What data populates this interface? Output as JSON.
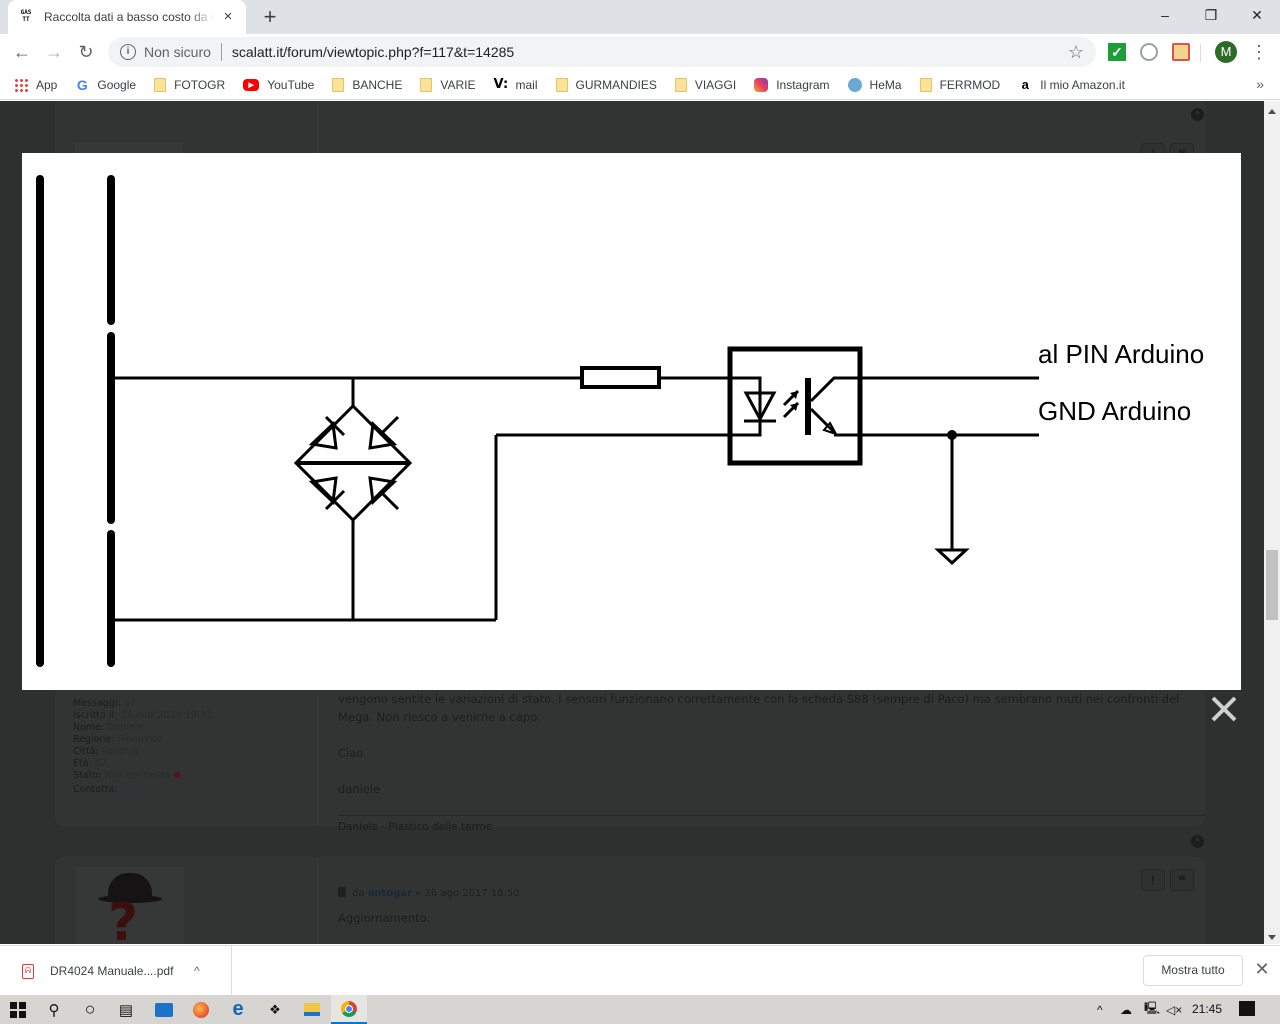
{
  "browser": {
    "tab": {
      "favicon_text": "GAS TT",
      "title": "Raccolta dati a basso costo da sensori",
      "close_icon": "close-icon"
    },
    "new_tab_icon": "plus-icon",
    "window_controls": {
      "minimize": "–",
      "restore": "❐",
      "close": "✕"
    },
    "toolbar": {
      "back_icon": "←",
      "forward_icon": "→",
      "reload_icon": "↻",
      "security_label": "Non sicuro",
      "url": "scalatt.it/forum/viewtopic.php?f=117&t=14285",
      "bookmark_star": "☆",
      "profile_initial": "M",
      "menu_icon": "⋮"
    },
    "bookmarks": [
      {
        "label": "App",
        "icon": "apps-grid-icon"
      },
      {
        "label": "Google",
        "icon": "google-icon"
      },
      {
        "label": "FOTOGR",
        "icon": "folder-icon"
      },
      {
        "label": "YouTube",
        "icon": "youtube-icon"
      },
      {
        "label": "BANCHE",
        "icon": "folder-icon"
      },
      {
        "label": "VARIE",
        "icon": "folder-icon"
      },
      {
        "label": "mail",
        "icon": "v-mail-icon"
      },
      {
        "label": "GURMANDIES",
        "icon": "folder-icon"
      },
      {
        "label": "VIAGGI",
        "icon": "folder-icon"
      },
      {
        "label": "Instagram",
        "icon": "instagram-icon"
      },
      {
        "label": "HeMa",
        "icon": "hema-icon"
      },
      {
        "label": "FERRMOD",
        "icon": "folder-icon"
      },
      {
        "label": "Il mio Amazon.it",
        "icon": "amazon-icon"
      }
    ],
    "bookmarks_overflow": "»"
  },
  "forum": {
    "post1": {
      "profile": [
        {
          "label": "Messaggi:",
          "value": "37"
        },
        {
          "label": "Iscritto il:",
          "value": "25 mar 2014 19:32"
        },
        {
          "label": "Nome:",
          "value": "Daniele"
        },
        {
          "label": "Regione:",
          "value": "Piemonte"
        },
        {
          "label": "Città:",
          "value": "Santhià"
        },
        {
          "label": "Età:",
          "value": "57"
        },
        {
          "label": "Stato:",
          "value": "Non connesso"
        },
        {
          "label": "Contatta:",
          "value": ""
        }
      ],
      "body_lines": [
        "vengono sentite le variazioni di stato. I sensori funzionano correttamente con la scheda S88 (sempre di Paco) ma sembrano muti nei confronti del",
        "Mega. Non riesco a venirne a capo.",
        "Ciao",
        "daniele"
      ],
      "signature": "Daniele - Plastico delle terme"
    },
    "post2": {
      "by_prefix": "da",
      "author": "antogar",
      "separator": "»",
      "date": "26 ago 2017 18:50",
      "body": "Aggiornamento."
    },
    "report_icon": "!",
    "quote_icon": "❝"
  },
  "lightbox": {
    "label_pin": "al PIN Arduino",
    "label_gnd": "GND Arduino",
    "close_icon": "close-icon"
  },
  "download_shelf": {
    "file_name": "DR4024 Manuale....pdf",
    "caret": "^",
    "show_all": "Mostra tutto",
    "close": "✕"
  },
  "taskbar": {
    "clock": "21:45",
    "tray_chevron": "^",
    "volume": "◁×"
  }
}
